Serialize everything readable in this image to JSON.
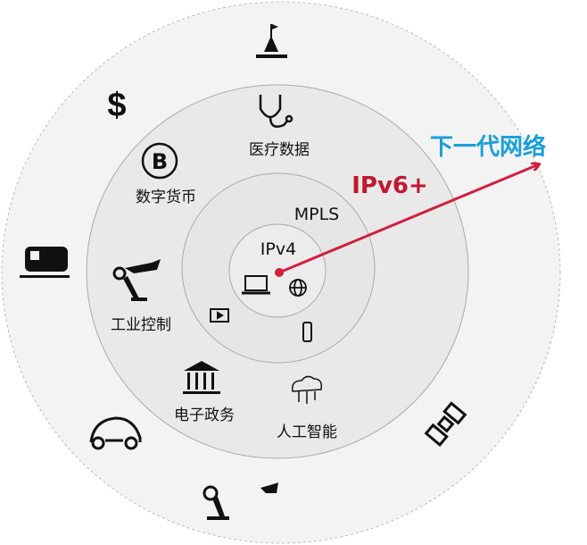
{
  "title": "下一代网络",
  "arrow_label": "IPv6+",
  "rings": {
    "core": "IPv4",
    "middle": "MPLS"
  },
  "applications": {
    "medical": "医疗数据",
    "crypto": "数字货币",
    "industrial": "工业控制",
    "egov": "电子政务",
    "ai": "人工智能"
  },
  "colors": {
    "accent_red": "#d0203f",
    "title_blue": "#1a9fd6",
    "ring_fill_outer": "#f3f3f3",
    "ring_fill_inner": "#e6e6e6"
  }
}
